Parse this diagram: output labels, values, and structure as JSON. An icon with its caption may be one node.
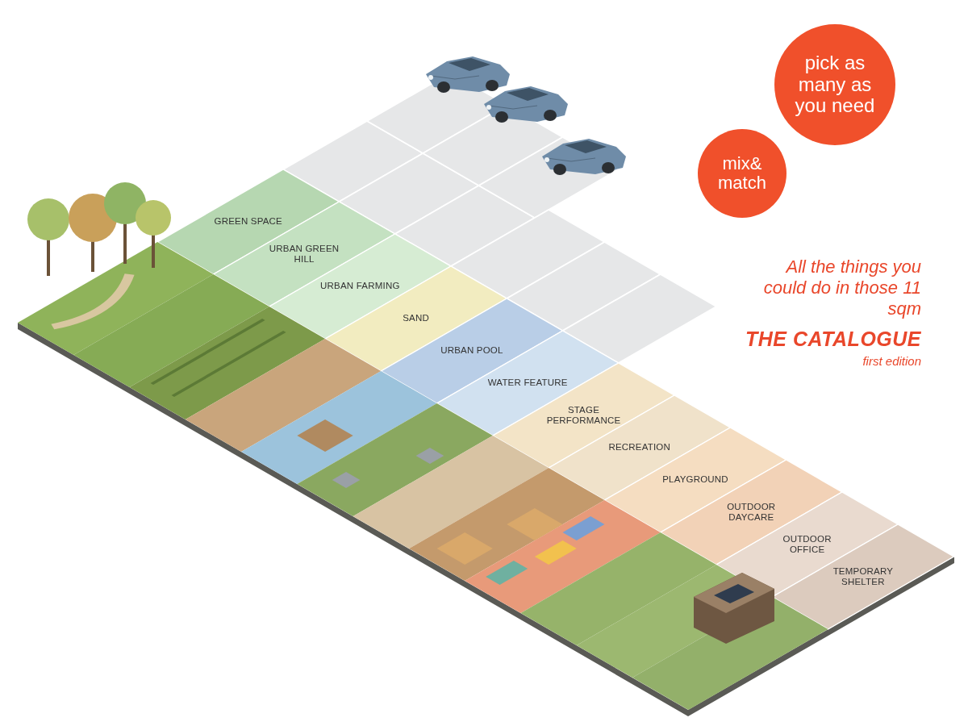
{
  "diagram": {
    "title": "THE CATALOGUE",
    "nodes": [
      {
        "text": [
          "pick as many as you need"
        ]
      },
      {
        "text": [
          "mix& match"
        ]
      },
      {
        "text": [
          "GREEN SPACE"
        ]
      },
      {
        "text": [
          "URBAN GREEN HILL"
        ]
      },
      {
        "text": [
          "URBAN FARMING"
        ]
      },
      {
        "text": [
          "SAND"
        ]
      },
      {
        "text": [
          "URBAN POOL"
        ]
      },
      {
        "text": [
          "WATER FEATURE"
        ]
      },
      {
        "text": [
          "STAGE PERFORMANCE"
        ]
      },
      {
        "text": [
          "RECREATION"
        ]
      },
      {
        "text": [
          "PLAYGROUND"
        ]
      },
      {
        "text": [
          "OUTDOOR DAYCARE"
        ]
      },
      {
        "text": [
          "OUTDOOR OFFICE"
        ]
      },
      {
        "text": [
          "TEMPORARY SHELTER"
        ]
      }
    ],
    "labels": [
      "All the things you could do in those 11 sqm",
      "first edition"
    ]
  }
}
